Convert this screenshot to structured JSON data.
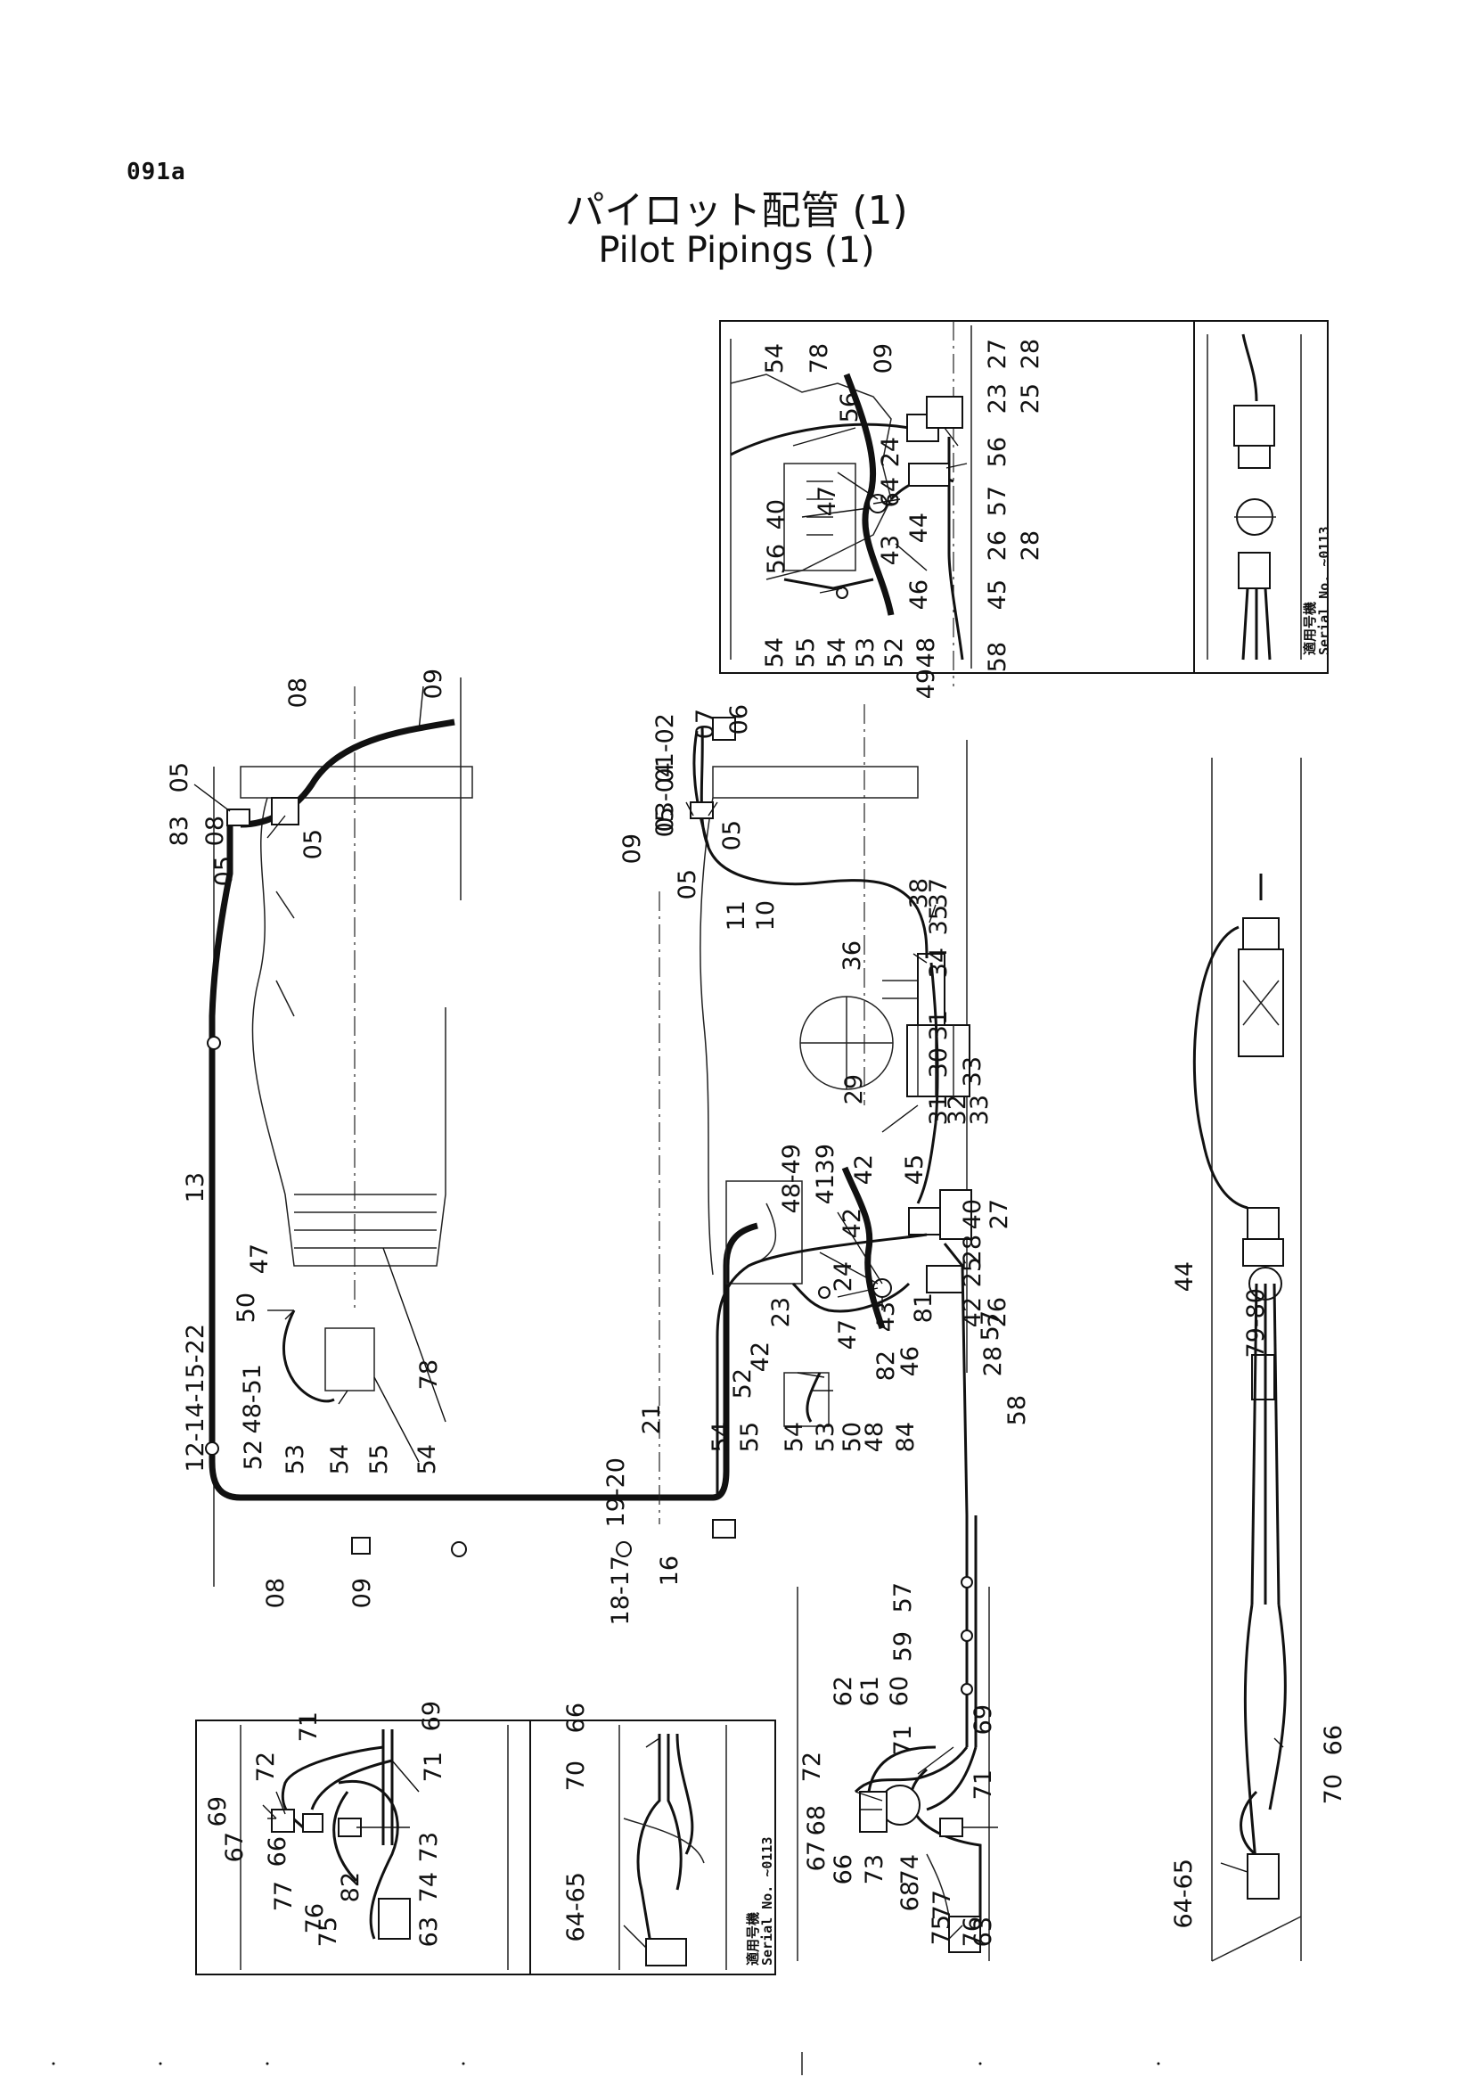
{
  "page": {
    "code": "091a",
    "title_jp": "パイロット配管 (1)",
    "title_en": "Pilot Pipings (1)"
  },
  "inset_note": {
    "jp": "適用号機",
    "serial": "Serial No. ~0113"
  },
  "callouts": {
    "top_right_inset": [
      "54",
      "78",
      "09",
      "56",
      "27",
      "28",
      "23",
      "25",
      "24",
      "64",
      "56",
      "57",
      "47",
      "40",
      "56",
      "44",
      "26",
      "28",
      "43",
      "46",
      "45",
      "54",
      "55",
      "54",
      "53",
      "52",
      "48",
      "49",
      "58"
    ],
    "left_machine": [
      "09",
      "08",
      "05",
      "83",
      "08",
      "05",
      "05",
      "13",
      "12-14-15-22",
      "47",
      "50",
      "48-51",
      "52",
      "53",
      "54",
      "55",
      "54",
      "78",
      "08",
      "09"
    ],
    "center_machine": [
      "07",
      "06",
      "01-02",
      "03-04",
      "05",
      "05",
      "09",
      "05",
      "11",
      "10",
      "38",
      "37",
      "35",
      "36",
      "34",
      "31",
      "33",
      "30",
      "29",
      "31",
      "32",
      "33",
      "48-49",
      "39",
      "41",
      "42",
      "45",
      "42",
      "24",
      "23",
      "42",
      "47",
      "40",
      "27",
      "28",
      "25",
      "81",
      "42",
      "26",
      "28",
      "82",
      "46",
      "43",
      "57",
      "52",
      "54",
      "55",
      "54",
      "53",
      "50",
      "48",
      "84",
      "58",
      "21",
      "19-20",
      "18-17",
      "16"
    ],
    "lower_center": [
      "57",
      "59",
      "62",
      "61",
      "60",
      "69",
      "71",
      "71",
      "72",
      "68",
      "67",
      "66",
      "73",
      "74",
      "68",
      "77",
      "76",
      "75",
      "63"
    ],
    "bottom_left_inset": [
      "71",
      "69",
      "72",
      "71",
      "69",
      "67",
      "66",
      "73",
      "74",
      "77",
      "82",
      "76",
      "75",
      "63",
      "66",
      "70",
      "64-65"
    ],
    "right_detail": [
      "44",
      "79-80",
      "66",
      "70",
      "64-65"
    ]
  }
}
